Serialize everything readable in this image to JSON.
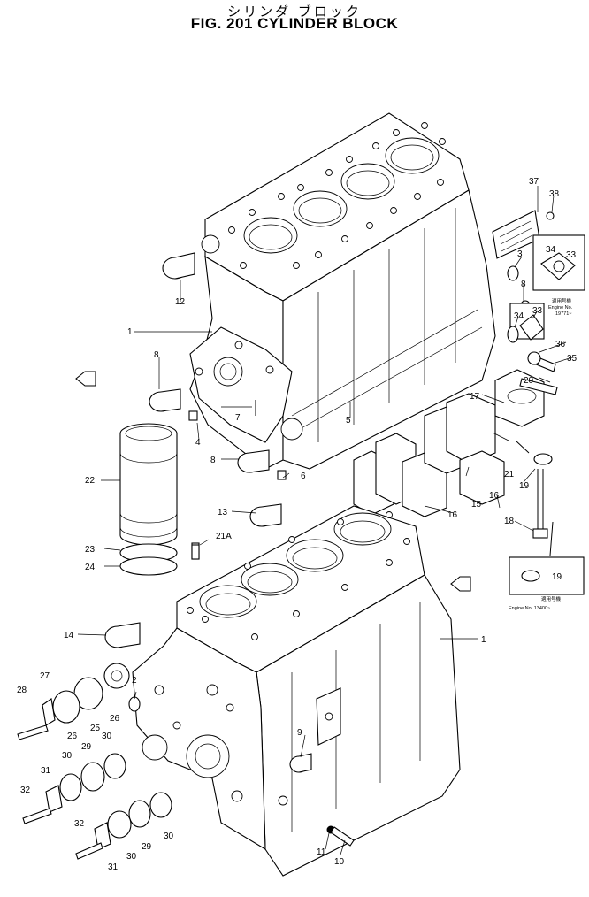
{
  "title": {
    "japanese": "シリンダ ブロック",
    "english": "FIG. 201  CYLINDER BLOCK"
  },
  "notes": {
    "engine_no_upper_a": "適用号機",
    "engine_no_upper_b": "Engine No.",
    "engine_no_upper_c": "19771~",
    "engine_no_lower_a": "適用号機",
    "engine_no_lower_b": "Engine No. 13400~"
  },
  "callouts": {
    "c1a": "1",
    "c1b": "1",
    "c2": "2",
    "c3": "3",
    "c4": "4",
    "c5": "5",
    "c6": "6",
    "c7": "7",
    "c8a": "8",
    "c8b": "8",
    "c8c": "8",
    "c9": "9",
    "c10": "10",
    "c11": "11",
    "c12": "12",
    "c13": "13",
    "c14": "14",
    "c15": "15",
    "c16a": "16",
    "c16b": "16",
    "c17": "17",
    "c18": "18",
    "c19a": "19",
    "c19b": "19",
    "c20": "20",
    "c21": "21",
    "c21a": "21A",
    "c22": "22",
    "c23": "23",
    "c24": "24",
    "c25": "25",
    "c26a": "26",
    "c26b": "26",
    "c27": "27",
    "c28": "28",
    "c29a": "29",
    "c29b": "29",
    "c30a": "30",
    "c30b": "30",
    "c30c": "30",
    "c30d": "30",
    "c31a": "31",
    "c31b": "31",
    "c32a": "32",
    "c32b": "32",
    "c33a": "33",
    "c33b": "33",
    "c34a": "34",
    "c34b": "34",
    "c35": "35",
    "c36": "36",
    "c37": "37",
    "c38": "38"
  }
}
